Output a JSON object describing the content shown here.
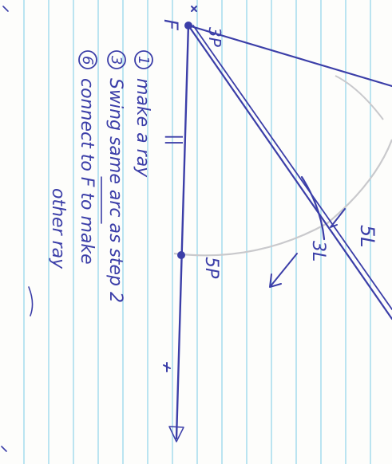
{
  "page": {
    "ruling_color": "#8fd3ea",
    "ink_color": "#3b3ea8",
    "arc_color": "#c9c9cc"
  },
  "labels": {
    "point_f": "F",
    "mark_3p": "3P",
    "mark_5p": "5P",
    "mark_5l": "5L",
    "mark_3l": "3L",
    "tick": "||"
  },
  "steps": [
    {
      "number": "1",
      "text": "make a ray"
    },
    {
      "number": "3",
      "text": "Swing same arc as step 2"
    },
    {
      "number": "6",
      "text": "connect to F to make"
    },
    {
      "number": "",
      "text": "other ray"
    }
  ]
}
